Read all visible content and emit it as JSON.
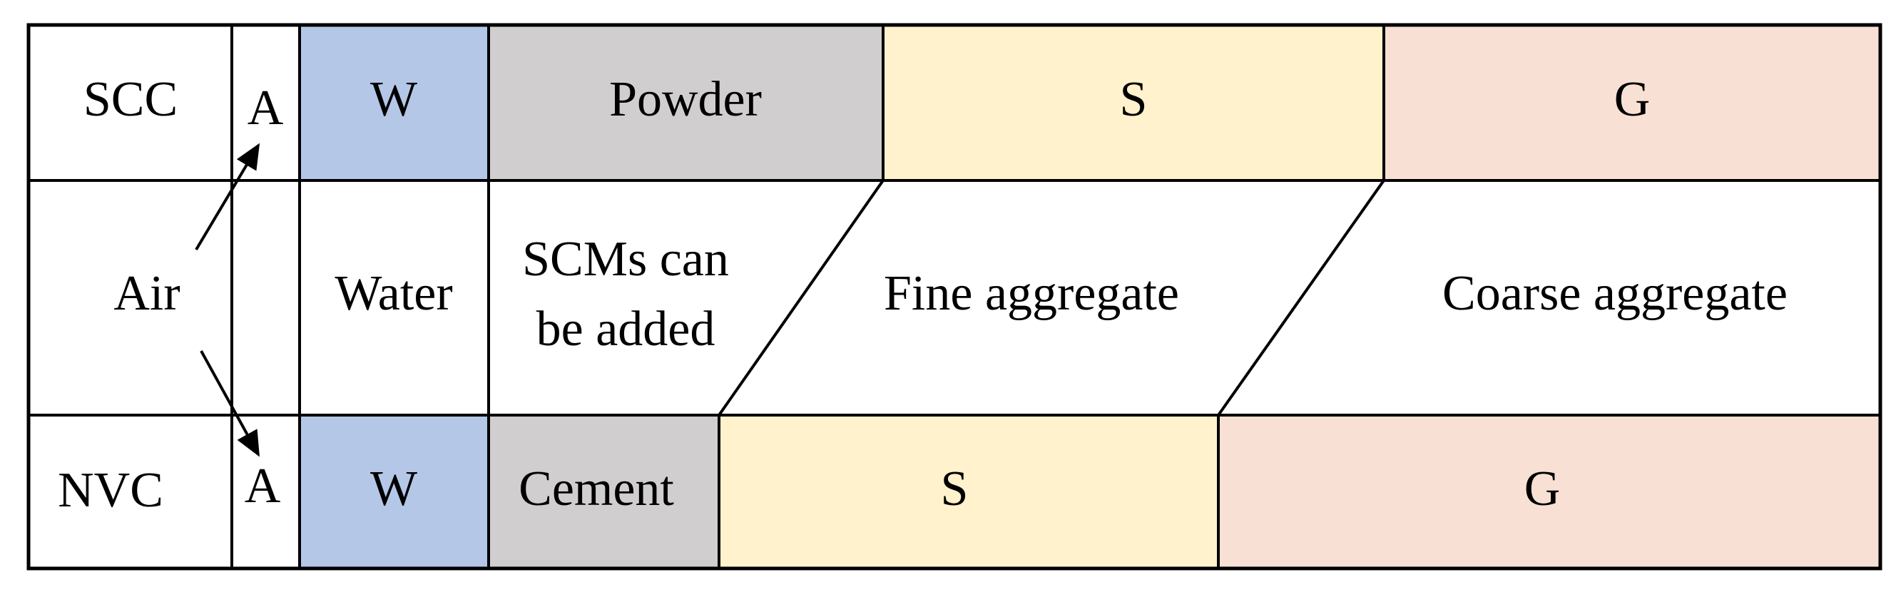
{
  "colors": {
    "water": "#b4c7e7",
    "powder": "#d0cece",
    "sand": "#fff2cc",
    "gravel": "#f8e0d4",
    "line": "#000000"
  },
  "scc_row": {
    "label": "SCC",
    "air": "A",
    "water": "W",
    "powder": "Powder",
    "sand": "S",
    "gravel": "G"
  },
  "legend_row": {
    "air": "Air",
    "water": "Water",
    "scm_line1": "SCMs can",
    "scm_line2": "be added",
    "fine": "Fine aggregate",
    "coarse": "Coarse aggregate"
  },
  "nvc_row": {
    "label": "NVC",
    "air": "A",
    "water": "W",
    "cement": "Cement",
    "sand": "S",
    "gravel": "G"
  }
}
